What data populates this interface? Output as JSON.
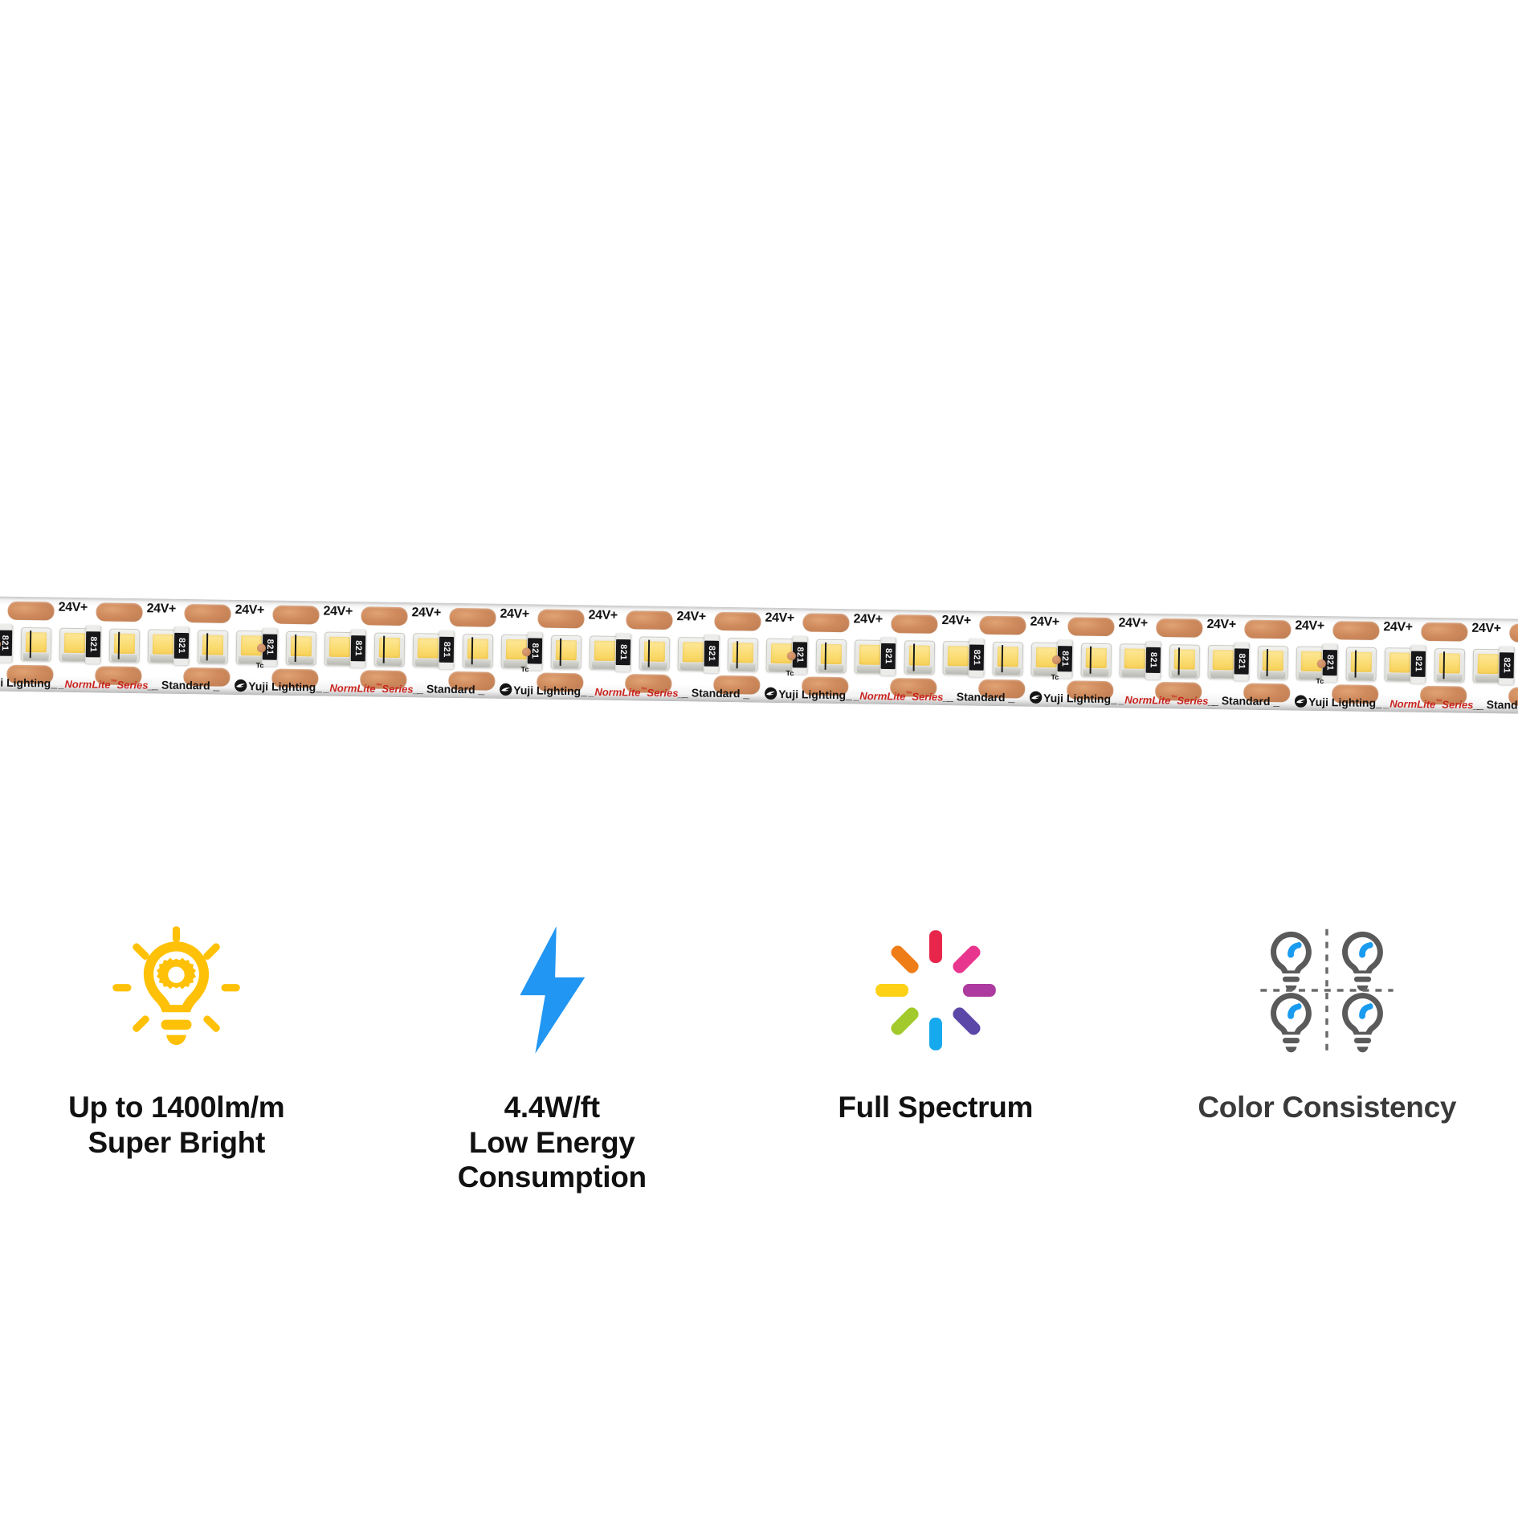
{
  "product_strip": {
    "voltage_label": "24V+",
    "resistor_code": "821",
    "thermal_marker": "Tc",
    "brand_name": "Yuji Lighting",
    "series_name": "NormLite™Series",
    "grade_name": "Standard",
    "separator": "_",
    "colors": {
      "pcb_white": "#ffffff",
      "copper_pad": "#cf8a5c",
      "led_phosphor": "#fbdd74",
      "series_red": "#c9241f",
      "text_black": "#141414"
    },
    "brand_sequence": [
      "Yuji Lighting",
      "NormLite™Series",
      "Standard"
    ]
  },
  "features": [
    {
      "icon": "lightbulb-gear-icon",
      "icon_color": "#FFC107",
      "lines": [
        "Up to 1400lm/m",
        "Super Bright"
      ],
      "value": "1400lm/m"
    },
    {
      "icon": "lightning-bolt-icon",
      "icon_color": "#2196F3",
      "lines": [
        "4.4W/ft",
        "Low Energy",
        "Consumption"
      ],
      "value": "4.4W/ft"
    },
    {
      "icon": "color-spectrum-burst-icon",
      "icon_color": "#E8254B",
      "lines": [
        "Full Spectrum"
      ],
      "value": "Full Spectrum"
    },
    {
      "icon": "four-bulbs-consistency-icon",
      "icon_color": "#5A5A5A",
      "lines": [
        "Color Consistency"
      ],
      "value": "Color Consistency"
    }
  ],
  "spectrum_colors": [
    "#E8254B",
    "#E8368F",
    "#AD3A9E",
    "#5B47A8",
    "#17A9EE",
    "#A2CA2C",
    "#FCD116",
    "#EE7D18"
  ]
}
